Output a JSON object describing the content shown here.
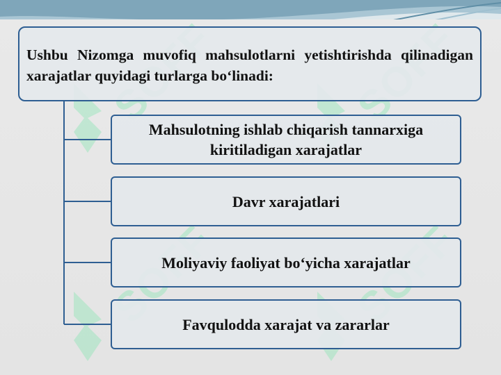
{
  "main_box": {
    "text": "Ushbu Nizomga muvofiq mahsulotlarni yetishtirishda qilinadigan xarajatlar quyidagi turlarga bo‘linadi:"
  },
  "items": [
    {
      "label": "Mahsulotning ishlab chiqarish tannarxiga kiritiladigan xarajatlar"
    },
    {
      "label": "Davr xarajatlari"
    },
    {
      "label": "Moliyaviy faoliyat bo‘yicha xarajatlar"
    },
    {
      "label": "Favqulodda xarajat va zararlar"
    }
  ],
  "watermark": {
    "text": "SOFF"
  },
  "colors": {
    "border": "#2e5e92",
    "background": "#ececec",
    "watermark": "#78e6aa",
    "header_band": "#8fb3c6"
  }
}
